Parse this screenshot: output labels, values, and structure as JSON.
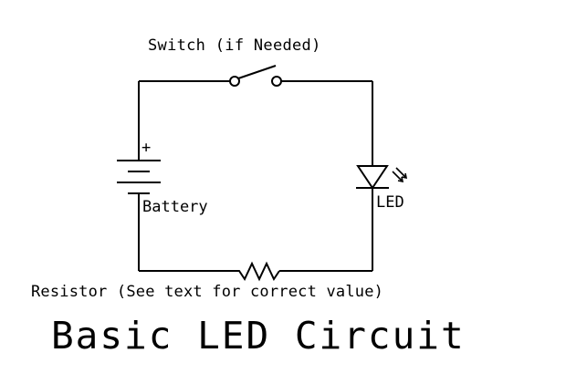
{
  "diagram": {
    "title": "Basic LED Circuit",
    "components": {
      "switch": {
        "label": "Switch (if Needed)",
        "icon": "switch-open-icon"
      },
      "battery": {
        "label": "Battery",
        "polarity_mark": "+",
        "icon": "battery-icon"
      },
      "led": {
        "label": "LED",
        "icon": "led-diode-icon"
      },
      "resistor": {
        "label": "Resistor (See text for correct value)",
        "icon": "resistor-zigzag-icon"
      }
    },
    "colors": {
      "stroke": "#000000",
      "background": "#ffffff"
    }
  }
}
